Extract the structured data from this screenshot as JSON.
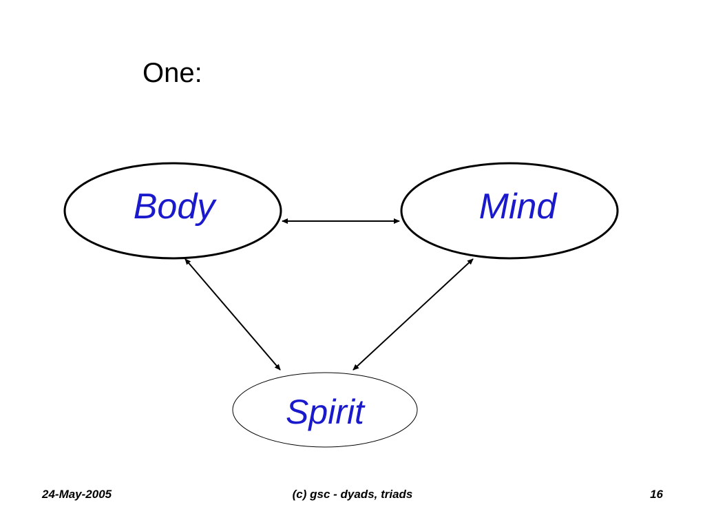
{
  "slide": {
    "title": "One:"
  },
  "diagram": {
    "nodes": {
      "body": {
        "label": "Body"
      },
      "mind": {
        "label": "Mind"
      },
      "spirit": {
        "label": "Spirit"
      }
    },
    "label_color": "#1a1acc",
    "connections": [
      {
        "from": "Body",
        "to": "Mind",
        "bidirectional": true
      },
      {
        "from": "Body",
        "to": "Spirit",
        "bidirectional": true
      },
      {
        "from": "Mind",
        "to": "Spirit",
        "bidirectional": true
      }
    ]
  },
  "footer": {
    "date": "24-May-2005",
    "center": "(c) gsc - dyads, triads",
    "page": "16"
  }
}
